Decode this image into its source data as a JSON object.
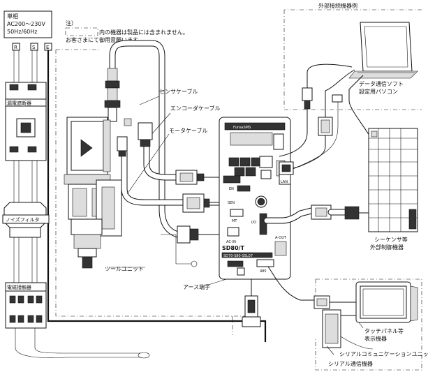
{
  "power": {
    "title": "単相",
    "voltage": "AC200～230V",
    "frequency": "50Hz/60Hz",
    "terminals": [
      "R",
      "S",
      "E"
    ]
  },
  "note": {
    "label": "注）",
    "line1": "内の機器は製品には含まれません。",
    "line2": "お客さまにて御用意願います"
  },
  "components": {
    "breaker": "漏電遮断器",
    "noise_filter": "ノイズフィルタ",
    "contactor": "電磁接触器",
    "tool_unit": "ツールユニット",
    "earth_terminal": "アース端子"
  },
  "cables": {
    "sensor": "センサケーブル",
    "encoder": "エンコーダケーブル",
    "motor": "モータケーブル"
  },
  "controller": {
    "model": "SD80/T",
    "brand": "FunsaSMS",
    "sub_label": "SD70-S80-S5L07",
    "ports": {
      "lan": "LAN",
      "en": "EN",
      "sen": "SEN",
      "mt": "MT",
      "io": "I/O",
      "acin": "AC-IN",
      "aout": "A-OUT",
      "num485": "485"
    }
  },
  "external": {
    "title": "外部接続機器例",
    "pc": [
      "データ通信ソフト",
      "設定用パソコン"
    ],
    "sequencer": [
      "シーケンサ等",
      "外部制御機器"
    ],
    "touch_panel": [
      "タッチパネル等",
      "表示機器"
    ],
    "serial": [
      "シリアルコミュニケーションユニット等",
      "シリアル通信機器"
    ]
  }
}
